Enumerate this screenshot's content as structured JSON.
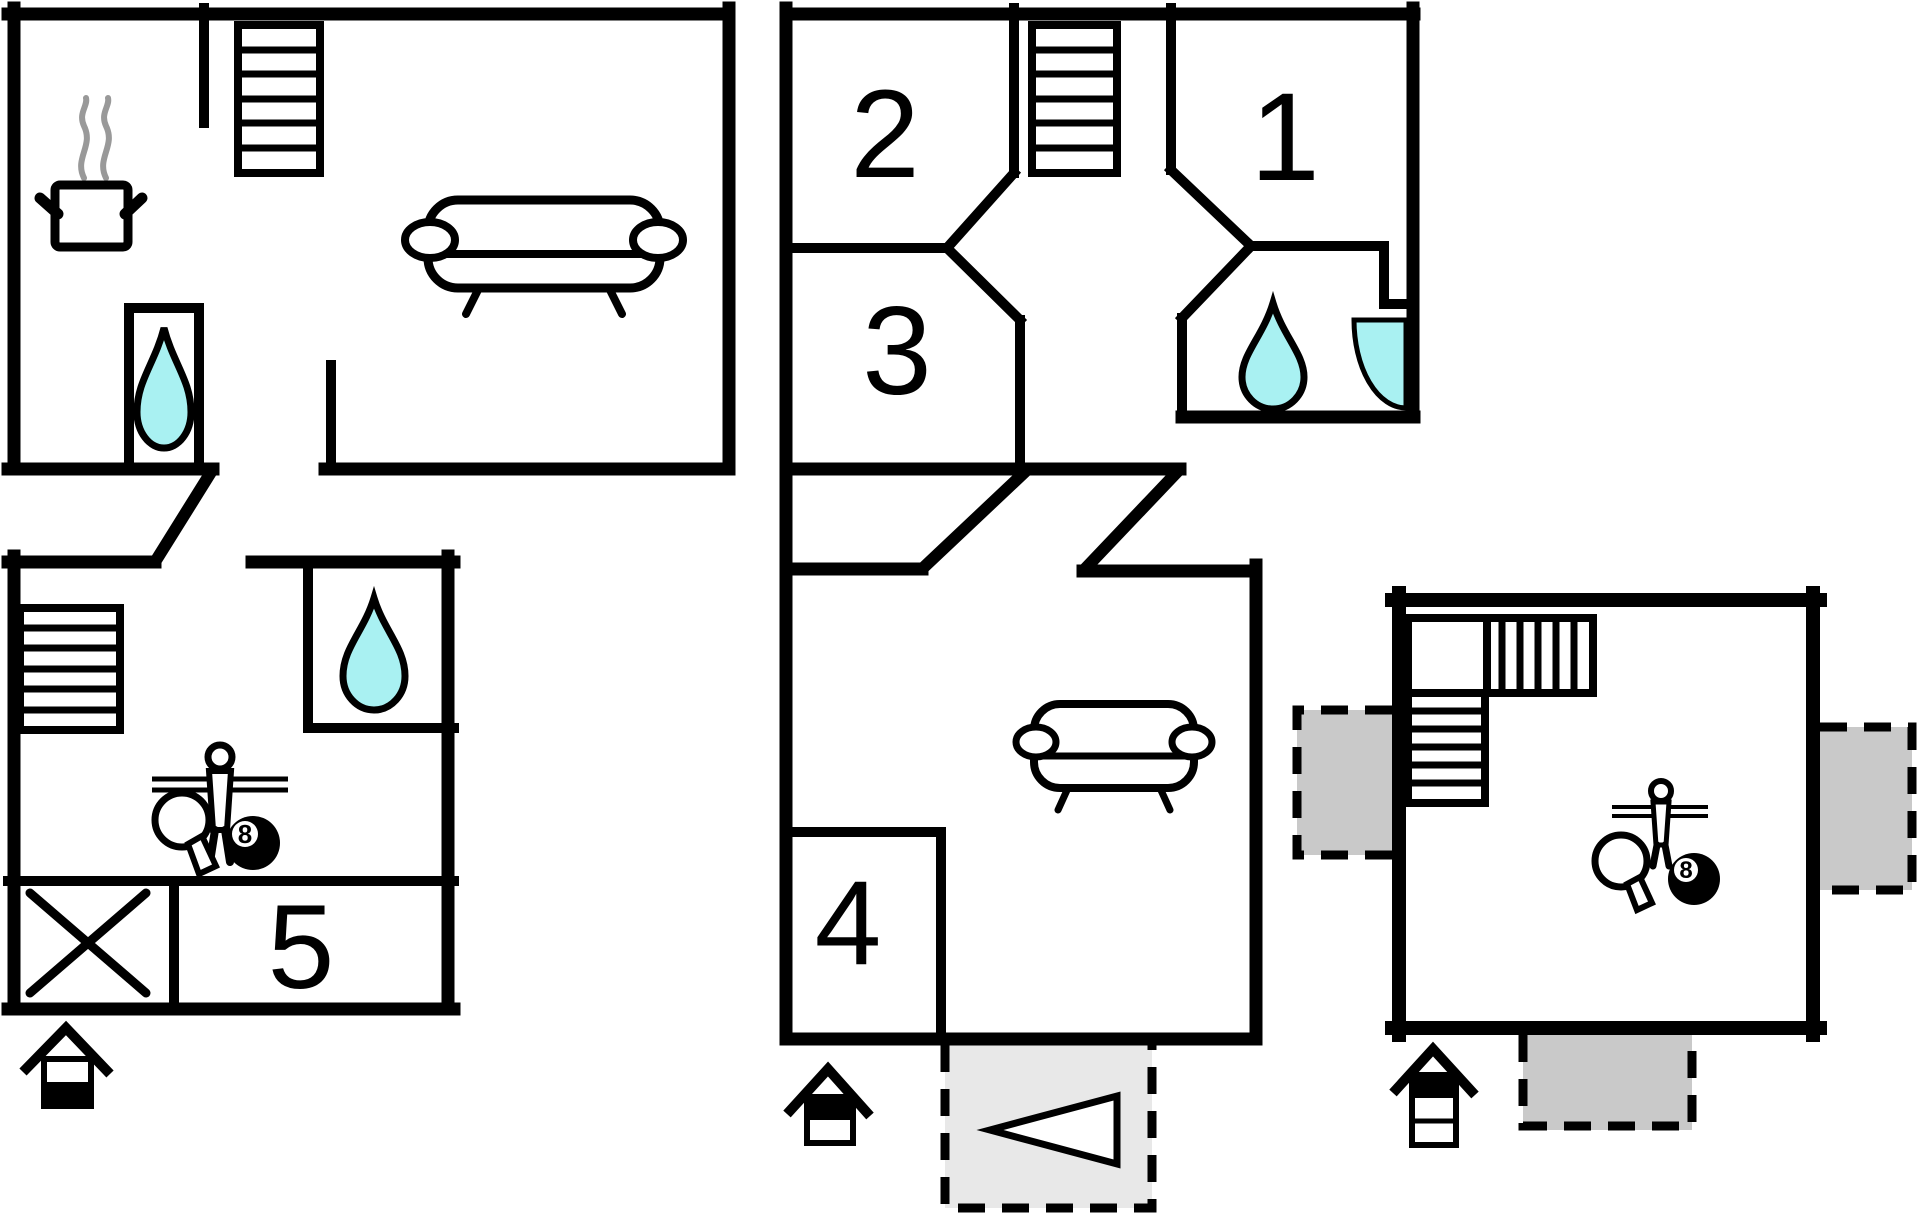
{
  "title": "holiday-home-floor-plan",
  "plan": {
    "colors": {
      "wall": "#000000",
      "water": "#a9f1f2",
      "terrace_light": "#e8e8e8",
      "terrace_gray": "#c9c9c9",
      "steam": "#999999"
    },
    "rooms": [
      {
        "id": "room-1",
        "label": "1"
      },
      {
        "id": "room-2",
        "label": "2"
      },
      {
        "id": "room-3",
        "label": "3"
      },
      {
        "id": "room-4",
        "label": "4"
      },
      {
        "id": "room-5",
        "label": "5"
      }
    ],
    "eight_ball_label": "8",
    "icons": [
      "staircase-icon",
      "l-shaped-staircase-icon",
      "sofa-icon",
      "cooking-pot-icon",
      "steam-icon",
      "water-drop-icon",
      "shower-icon",
      "cross-marker-icon",
      "foosball-player-icon",
      "table-tennis-paddle-icon",
      "eight-ball-icon",
      "entrance-arrow-icon",
      "terrace-area",
      "direction-triangle-icon"
    ]
  }
}
